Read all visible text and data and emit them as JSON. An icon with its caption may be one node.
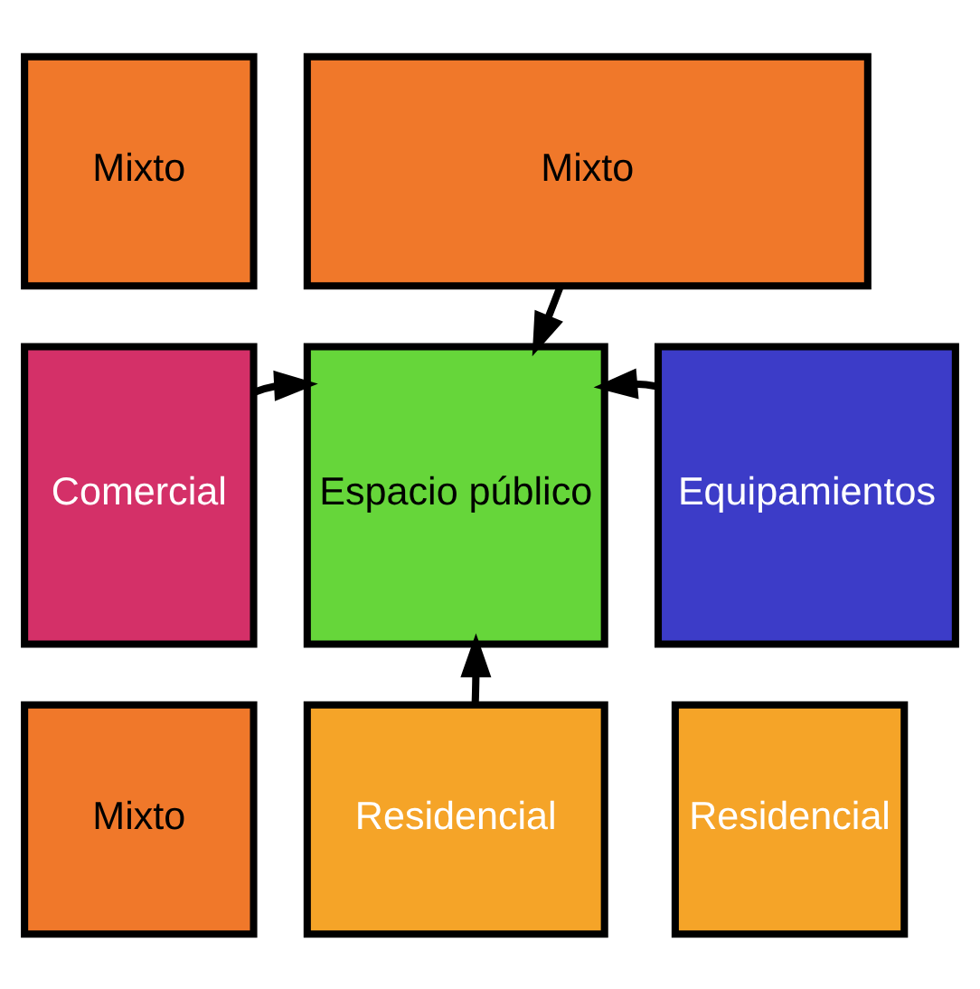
{
  "diagram": {
    "nodes": [
      {
        "text": [
          "Mixto"
        ]
      },
      {
        "text": [
          "Mixto"
        ]
      },
      {
        "text": [
          "Comercial"
        ]
      },
      {
        "text": [
          "Espacio público"
        ]
      },
      {
        "text": [
          "Equipamientos"
        ]
      },
      {
        "text": [
          "Mixto"
        ]
      },
      {
        "text": [
          "Residencial"
        ]
      },
      {
        "text": [
          "Residencial"
        ]
      }
    ],
    "edges": [
      {
        "from": 1,
        "to": 3,
        "arrow": "to"
      },
      {
        "from": 2,
        "to": 3,
        "arrow": "to"
      },
      {
        "from": 4,
        "to": 3,
        "arrow": "to"
      },
      {
        "from": 6,
        "to": 3,
        "arrow": "to"
      }
    ]
  }
}
